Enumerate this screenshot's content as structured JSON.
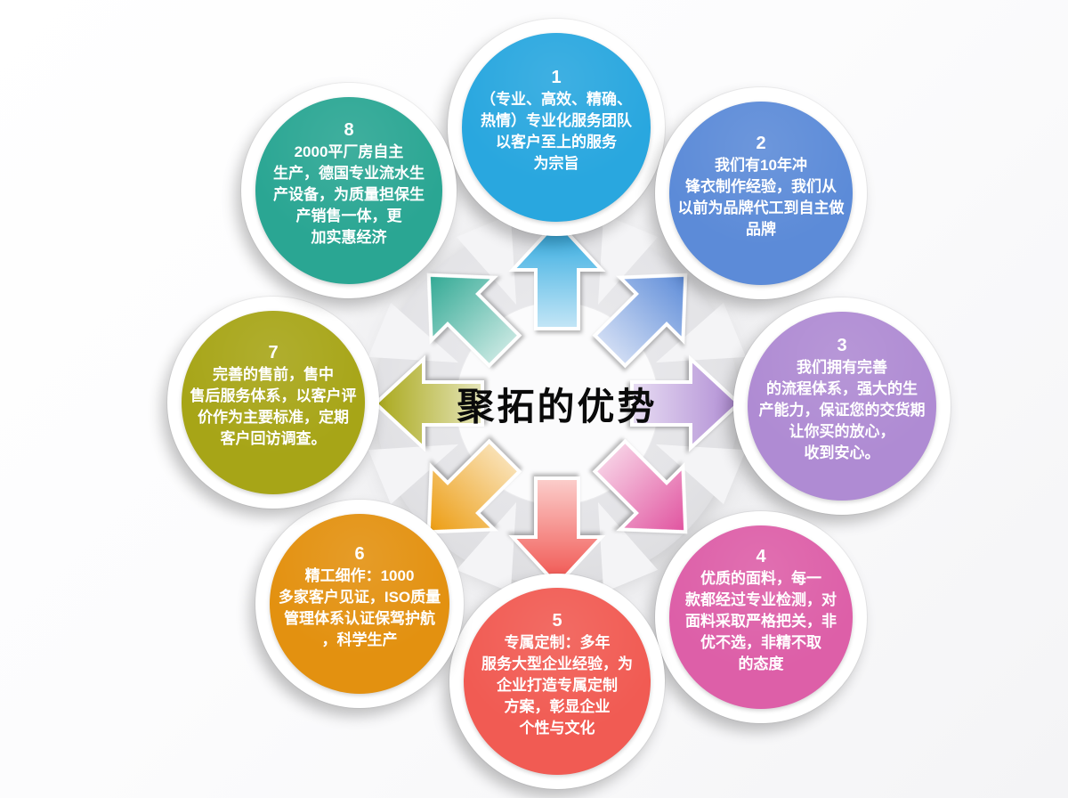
{
  "title": "聚拓的优势",
  "hub": {
    "disk_color": "#e4e4e7",
    "inner_color": "#fbfbfc",
    "title_color": "#0a0a0a"
  },
  "nodes": [
    {
      "number": "1",
      "color": "#29a7df",
      "text": "（专业、高效、精确、\n热情）专业化服务团队\n以客户至上的服务\n为宗旨"
    },
    {
      "number": "2",
      "color": "#5c8bd8",
      "text": "我们有10年冲\n锋衣制作经验，我们从\n以前为品牌代工到自主做\n品牌"
    },
    {
      "number": "3",
      "color": "#af8bd3",
      "text": "我们拥有完善\n的流程体系，强大的生\n产能力，保证您的交货期\n让你买的放心，\n收到安心。"
    },
    {
      "number": "4",
      "color": "#dd5fa8",
      "text": "优质的面料，每一\n款都经过专业检测，对\n面料采取严格把关，非\n优不选，非精不取\n的态度"
    },
    {
      "number": "5",
      "color": "#f15b53",
      "text": "专属定制：多年\n服务大型企业经验，为\n企业打造专属定制\n方案，彰显企业\n个性与文化"
    },
    {
      "number": "6",
      "color": "#e39110",
      "text": "精工细作：1000\n多家客户见证，ISO质量\n管理体系认证保驾护航\n，科学生产"
    },
    {
      "number": "7",
      "color": "#a7a517",
      "text": "完善的售前，售中\n售后服务体系，以客户评\n价作为主要标准，定期\n客户回访调查。"
    },
    {
      "number": "8",
      "color": "#2aa693",
      "text": "2000平厂房自主\n生产，德国专业流水生\n产设备，为质量担保生\n产销售一体，更\n加实惠经济"
    }
  ],
  "arrows": {
    "up": "#29a7df",
    "up_right": "#5c8bd8",
    "right": "#af8bd3",
    "down_right": "#e0519e",
    "down": "#f0504b",
    "down_left": "#ec9b0e",
    "left": "#a8a718",
    "up_left": "#2fa893"
  }
}
